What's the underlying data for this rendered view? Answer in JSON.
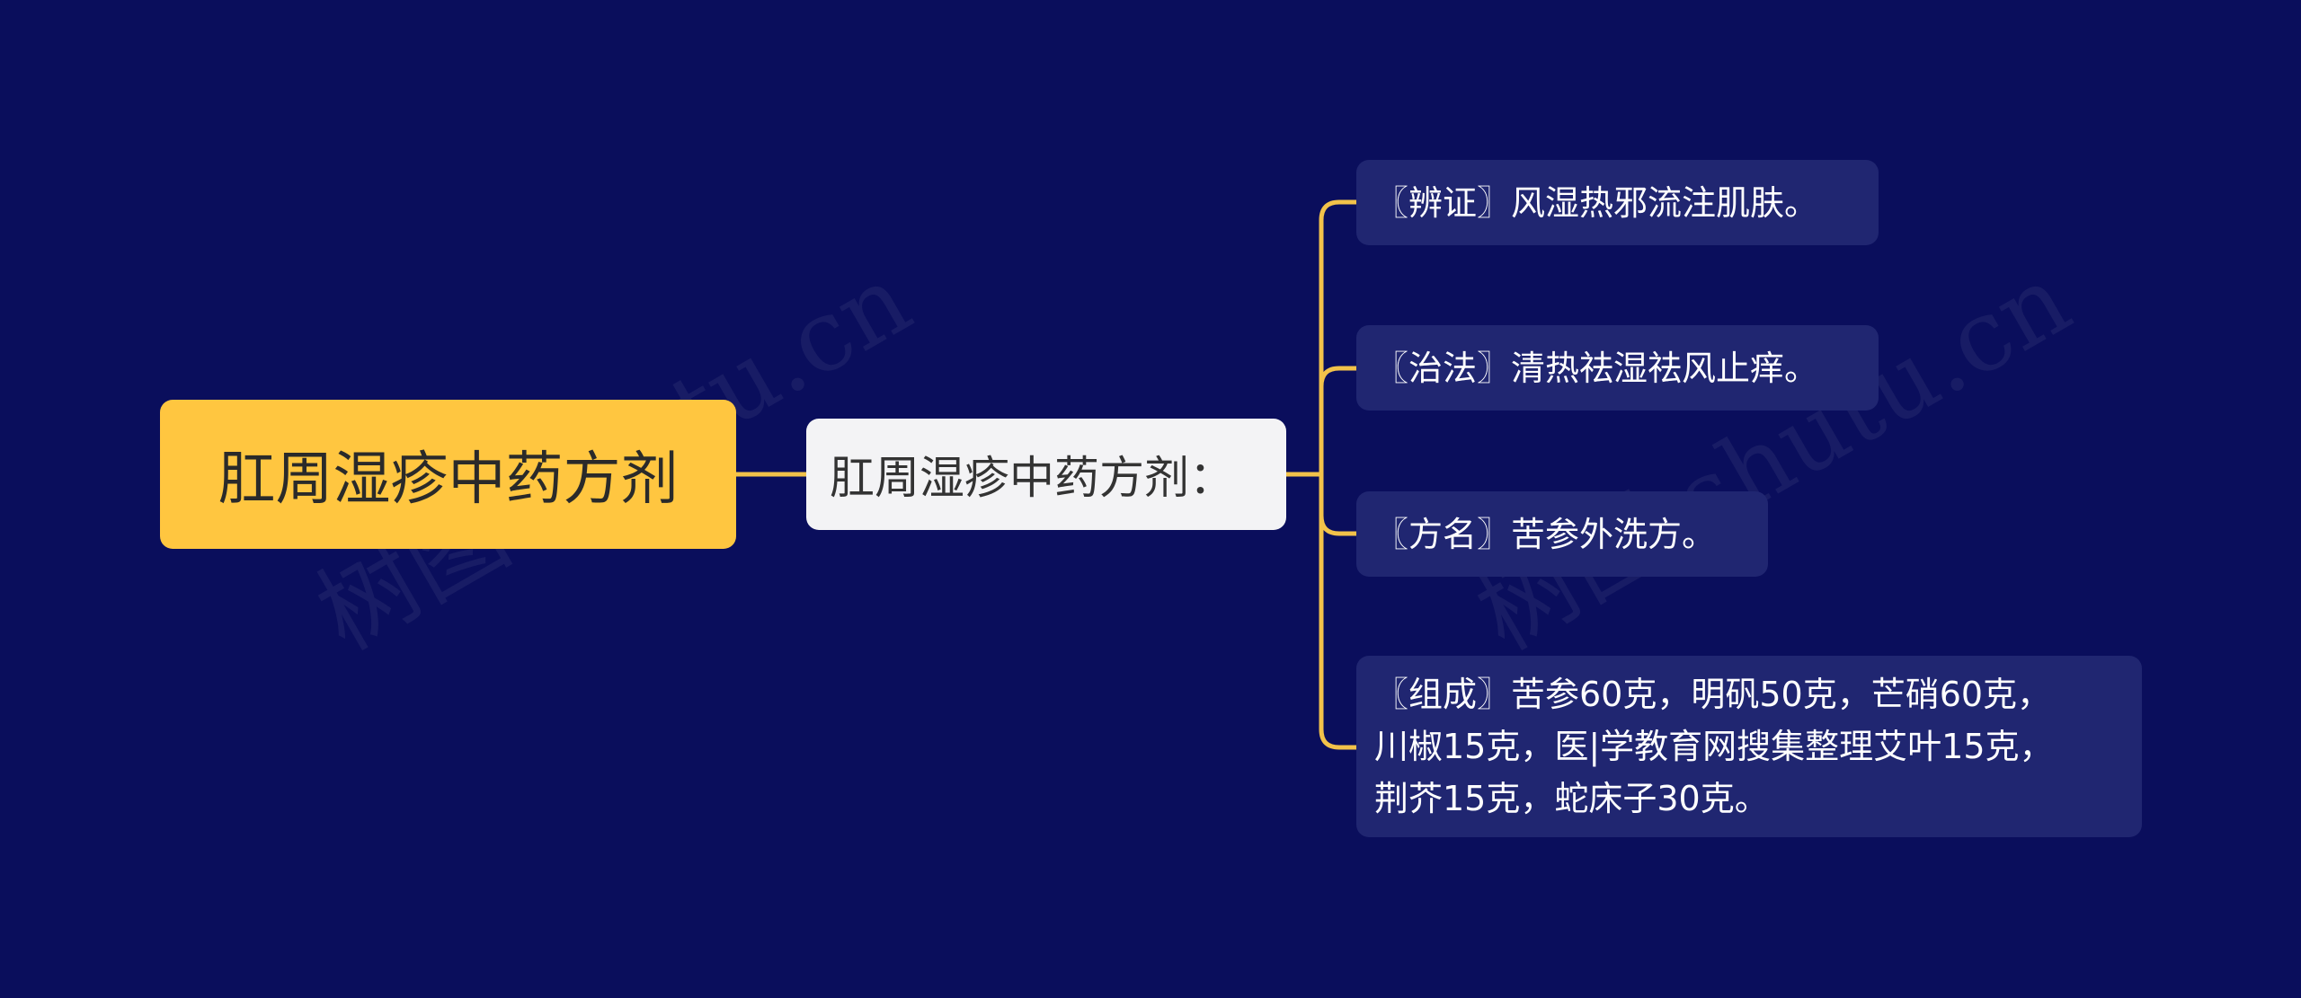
{
  "colors": {
    "background": "#0a0e5c",
    "root": "#ffc640",
    "mid": "#f3f3f5",
    "leaf": "#202671",
    "connector": "#f2c24a"
  },
  "watermark": "树图 shutu.cn",
  "root": {
    "label": "肛周湿疹中药方剂"
  },
  "mid": {
    "label": "肛周湿疹中药方剂："
  },
  "leaves": [
    {
      "label": "〖辨证〗风湿热邪流注肌肤。"
    },
    {
      "label": "〖治法〗清热祛湿祛风止痒。"
    },
    {
      "label": "〖方名〗苦参外洗方。"
    },
    {
      "label": "〖组成〗苦参60克，明矾50克，芒硝60克，\n川椒15克，医|学教育网搜集整理艾叶15克，\n荆芥15克，蛇床子30克。"
    }
  ]
}
